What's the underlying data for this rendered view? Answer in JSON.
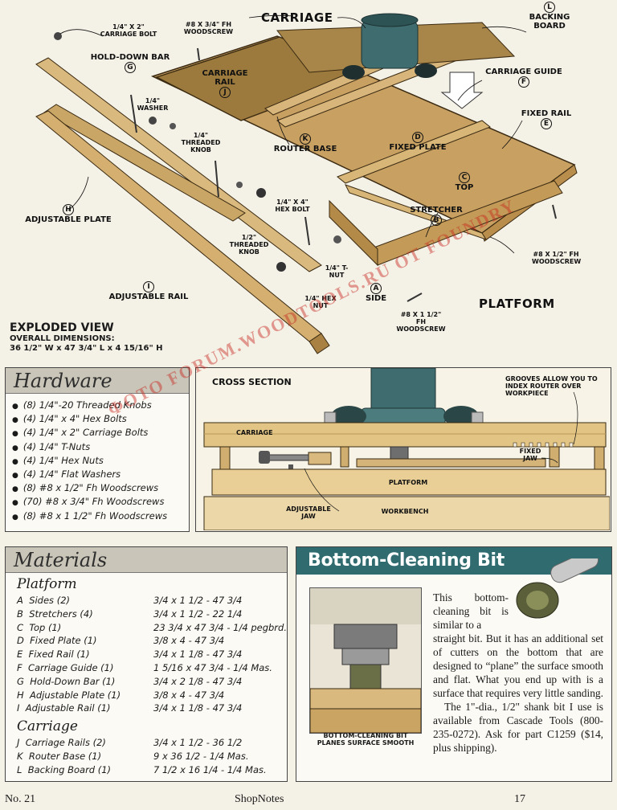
{
  "exploded": {
    "labels": {
      "carriage_bolt": "1/4\" x 2\" CARRIAGE BOLT",
      "woodscrew_top": "#8 x 3/4\" Fh WOODSCREW",
      "carriage": "CARRIAGE",
      "backing_board": "BACKING BOARD",
      "backing_board_letter": "L",
      "hold_down_bar": "HOLD-DOWN BAR",
      "hold_down_bar_letter": "G",
      "carriage_rail": "CARRIAGE RAIL",
      "carriage_rail_letter": "J",
      "carriage_guide": "CARRIAGE GUIDE",
      "carriage_guide_letter": "F",
      "washer": "1/4\" WASHER",
      "threaded_knob_1": "1/4\" THREADED KNOB",
      "router_base": "ROUTER BASE",
      "router_base_letter": "K",
      "fixed_plate": "FIXED PLATE",
      "fixed_plate_letter": "D",
      "fixed_rail": "FIXED RAIL",
      "fixed_rail_letter": "E",
      "top": "TOP",
      "top_letter": "C",
      "adjustable_plate": "ADJUSTABLE PLATE",
      "adjustable_plate_letter": "H",
      "hex_bolt": "1/4\" x 4\" HEX BOLT",
      "stretcher": "STRETCHER",
      "stretcher_letter": "B",
      "threaded_knob_2": "1/2\" THREADED KNOB",
      "woodscrew_right": "#8 x 1/2\" Fh WOODSCREW",
      "t_nut": "1/4\" T-NUT",
      "adjustable_rail": "ADJUSTABLE RAIL",
      "adjustable_rail_letter": "I",
      "hex_nut": "1/4\" HEX NUT",
      "side": "SIDE",
      "side_letter": "A",
      "platform": "PLATFORM",
      "woodscrew_bottom": "#8 x 1 1/2\" Fh WOODSCREW"
    },
    "title": "EXPLODED VIEW",
    "subtitle": "OVERALL DIMENSIONS:",
    "dimensions": "36 1/2\" W x 47 3/4\" L x 4 15/16\" H"
  },
  "watermark": "ФОТО FORUM.WOODTOOLS.RU ОТ FOUNDRY",
  "hardware": {
    "title": "Hardware",
    "items": [
      "(8) 1/4\"-20 Threaded Knobs",
      "(4) 1/4\" x 4\" Hex Bolts",
      "(4) 1/4\" x 2\" Carriage Bolts",
      "(4) 1/4\" T-Nuts",
      "(4) 1/4\" Hex Nuts",
      "(4) 1/4\" Flat Washers",
      "(8) #8 x 1/2\" Fh Woodscrews",
      "(70) #8 x 3/4\" Fh Woodscrews",
      "(8) #8 x 1 1/2\" Fh Woodscrews"
    ]
  },
  "cross_section": {
    "title": "CROSS SECTION",
    "grooves_note": "GROOVES ALLOW YOU TO INDEX ROUTER OVER WORKPIECE",
    "carriage": "CARRIAGE",
    "fixed_jaw": "FIXED JAW",
    "platform": "PLATFORM",
    "adjustable_jaw": "ADJUSTABLE JAW",
    "workbench": "WORKBENCH"
  },
  "materials": {
    "title": "Materials",
    "sections": [
      {
        "name": "Platform",
        "items": [
          {
            "letter": "A",
            "name": "Sides (2)",
            "dims": "3/4 x 1 1/2 - 47 3/4"
          },
          {
            "letter": "B",
            "name": "Stretchers (4)",
            "dims": "3/4 x 1 1/2 - 22 1/4"
          },
          {
            "letter": "C",
            "name": "Top (1)",
            "dims": "23 3/4 x 47 3/4 - 1/4 pegbrd."
          },
          {
            "letter": "D",
            "name": "Fixed Plate (1)",
            "dims": "3/8 x 4 - 47 3/4"
          },
          {
            "letter": "E",
            "name": "Fixed Rail (1)",
            "dims": "3/4 x 1 1/8 - 47 3/4"
          },
          {
            "letter": "F",
            "name": "Carriage Guide (1)",
            "dims": "1 5/16 x 47 3/4 - 1/4 Mas."
          },
          {
            "letter": "G",
            "name": "Hold-Down Bar (1)",
            "dims": "3/4 x 2 1/8 - 47 3/4"
          },
          {
            "letter": "H",
            "name": "Adjustable Plate (1)",
            "dims": "3/8 x 4 - 47 3/4"
          },
          {
            "letter": "I",
            "name": "Adjustable Rail (1)",
            "dims": "3/4 x 1 1/8 - 47 3/4"
          }
        ]
      },
      {
        "name": "Carriage",
        "items": [
          {
            "letter": "J",
            "name": "Carriage Rails (2)",
            "dims": "3/4 x 1 1/2 - 36 1/2"
          },
          {
            "letter": "K",
            "name": "Router Base (1)",
            "dims": "9 x 36 1/2 - 1/4 Mas."
          },
          {
            "letter": "L",
            "name": "Backing Board (1)",
            "dims": "7 1/2 x 16 1/4 - 1/4 Mas."
          }
        ]
      }
    ]
  },
  "bit": {
    "title": "Bottom-Cleaning Bit",
    "caption": "BOTTOM-CLEANING BIT PLANES SURFACE SMOOTH",
    "para1_narrow": "This bottom-cleaning bit is similar to a",
    "para1_rest": "straight bit. But it has an additional set of cutters on the bottom that are designed to “plane” the surface smooth and flat. What you end up with is a surface that requires very little sanding.",
    "para2": "The 1\"-dia., 1/2\" shank bit I use is available from Cascade Tools (800-235-0272). Ask for part C1259 ($14, plus shipping)."
  },
  "footer": {
    "left": "No. 21",
    "center": "ShopNotes",
    "right": "17"
  }
}
